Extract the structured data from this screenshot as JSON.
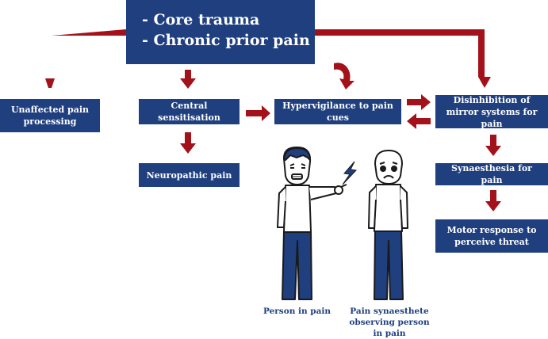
{
  "colors": {
    "box": "#1f3f7f",
    "arrow": "#a3121a",
    "figure_outline": "#1a1a1a",
    "trousers": "#1f3f7f"
  },
  "diagram": {
    "top_box": {
      "line1": "- Core trauma",
      "line2": "- Chronic prior pain"
    },
    "boxes": {
      "unaffected": "Unaffected pain processing",
      "central": "Central sensitisation",
      "hypervigilance": "Hypervigilance to pain cues",
      "disinhibition": "Disinhibition of mirror systems for pain",
      "neuropathic": "Neuropathic pain",
      "synaesthesia": "Synaesthesia for pain",
      "motor": "Motor response to perceive threat"
    },
    "captions": {
      "person_in_pain": "Person in pain",
      "observer": "Pain synaesthete observing person in pain"
    },
    "icons": {
      "pain_bolt": "lightning-bolt-icon",
      "person_in_pain": "person-in-pain-icon",
      "observer": "worried-observer-icon"
    }
  }
}
